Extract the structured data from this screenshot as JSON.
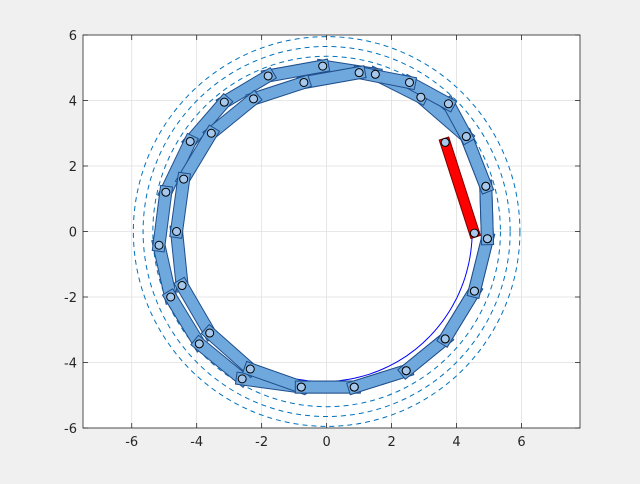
{
  "chart_data": {
    "type": "line",
    "title": "",
    "xlabel": "",
    "ylabel": "",
    "xlim": [
      -7.5,
      7.8
    ],
    "ylim": [
      -6,
      6
    ],
    "xticks": [
      -6,
      -4,
      -2,
      0,
      2,
      4,
      6
    ],
    "yticks": [
      -6,
      -4,
      -2,
      0,
      2,
      4,
      6
    ],
    "grid": true,
    "colors": {
      "axes_bg": "#ffffff",
      "figure_bg": "#f0f0f0",
      "grid": "#dfdfdf",
      "axis": "#262626",
      "dashed": "#0072bd",
      "path": "#0000ff",
      "link_fill": "#6fa8dc",
      "link_edge": "#1f4e8c",
      "joint_fill": "#a6c8ec",
      "highlight_fill": "#ff0000",
      "highlight_edge": "#7a0000"
    },
    "guide_circles": {
      "center": [
        0,
        0
      ],
      "radii": [
        5.35,
        5.65,
        5.95
      ]
    },
    "reference_path": {
      "center": [
        -0.1,
        0
      ],
      "radius": 4.58,
      "start_deg": -180,
      "end_deg": 5
    },
    "chains": [
      {
        "name": "outer",
        "points": [
          [
            -5.16,
            -0.42
          ],
          [
            -4.8,
            -2.0
          ],
          [
            -3.92,
            -3.43
          ],
          [
            -2.6,
            -4.5
          ],
          [
            -0.78,
            -4.75
          ],
          [
            0.85,
            -4.75
          ],
          [
            2.45,
            -4.25
          ],
          [
            3.65,
            -3.28
          ],
          [
            4.55,
            -1.82
          ],
          [
            4.95,
            -0.22
          ],
          [
            4.9,
            1.38
          ],
          [
            4.3,
            2.9
          ],
          [
            2.9,
            4.1
          ],
          [
            1.5,
            4.8
          ],
          [
            -0.12,
            5.05
          ],
          [
            -1.8,
            4.75
          ],
          [
            -3.15,
            3.95
          ],
          [
            -4.2,
            2.75
          ],
          [
            -4.95,
            1.2
          ],
          [
            -5.16,
            -0.42
          ]
        ]
      },
      {
        "name": "inner",
        "points": [
          [
            -4.62,
            0.0
          ],
          [
            -4.45,
            -1.65
          ],
          [
            -3.6,
            -3.1
          ],
          [
            -2.35,
            -4.2
          ],
          [
            -0.78,
            -4.75
          ],
          [
            0.85,
            -4.75
          ],
          [
            2.45,
            -4.25
          ],
          [
            3.65,
            -3.28
          ],
          [
            4.55,
            -1.82
          ],
          [
            4.95,
            -0.22
          ],
          [
            4.9,
            1.38
          ],
          [
            4.3,
            2.9
          ],
          [
            3.75,
            3.9
          ],
          [
            2.55,
            4.55
          ],
          [
            1.0,
            4.85
          ],
          [
            -0.7,
            4.55
          ],
          [
            -2.25,
            4.05
          ],
          [
            -3.55,
            3.0
          ],
          [
            -4.4,
            1.6
          ],
          [
            -4.62,
            0.0
          ]
        ]
      }
    ],
    "highlight_link": {
      "from": [
        3.65,
        2.72
      ],
      "to": [
        4.55,
        -0.05
      ]
    }
  }
}
